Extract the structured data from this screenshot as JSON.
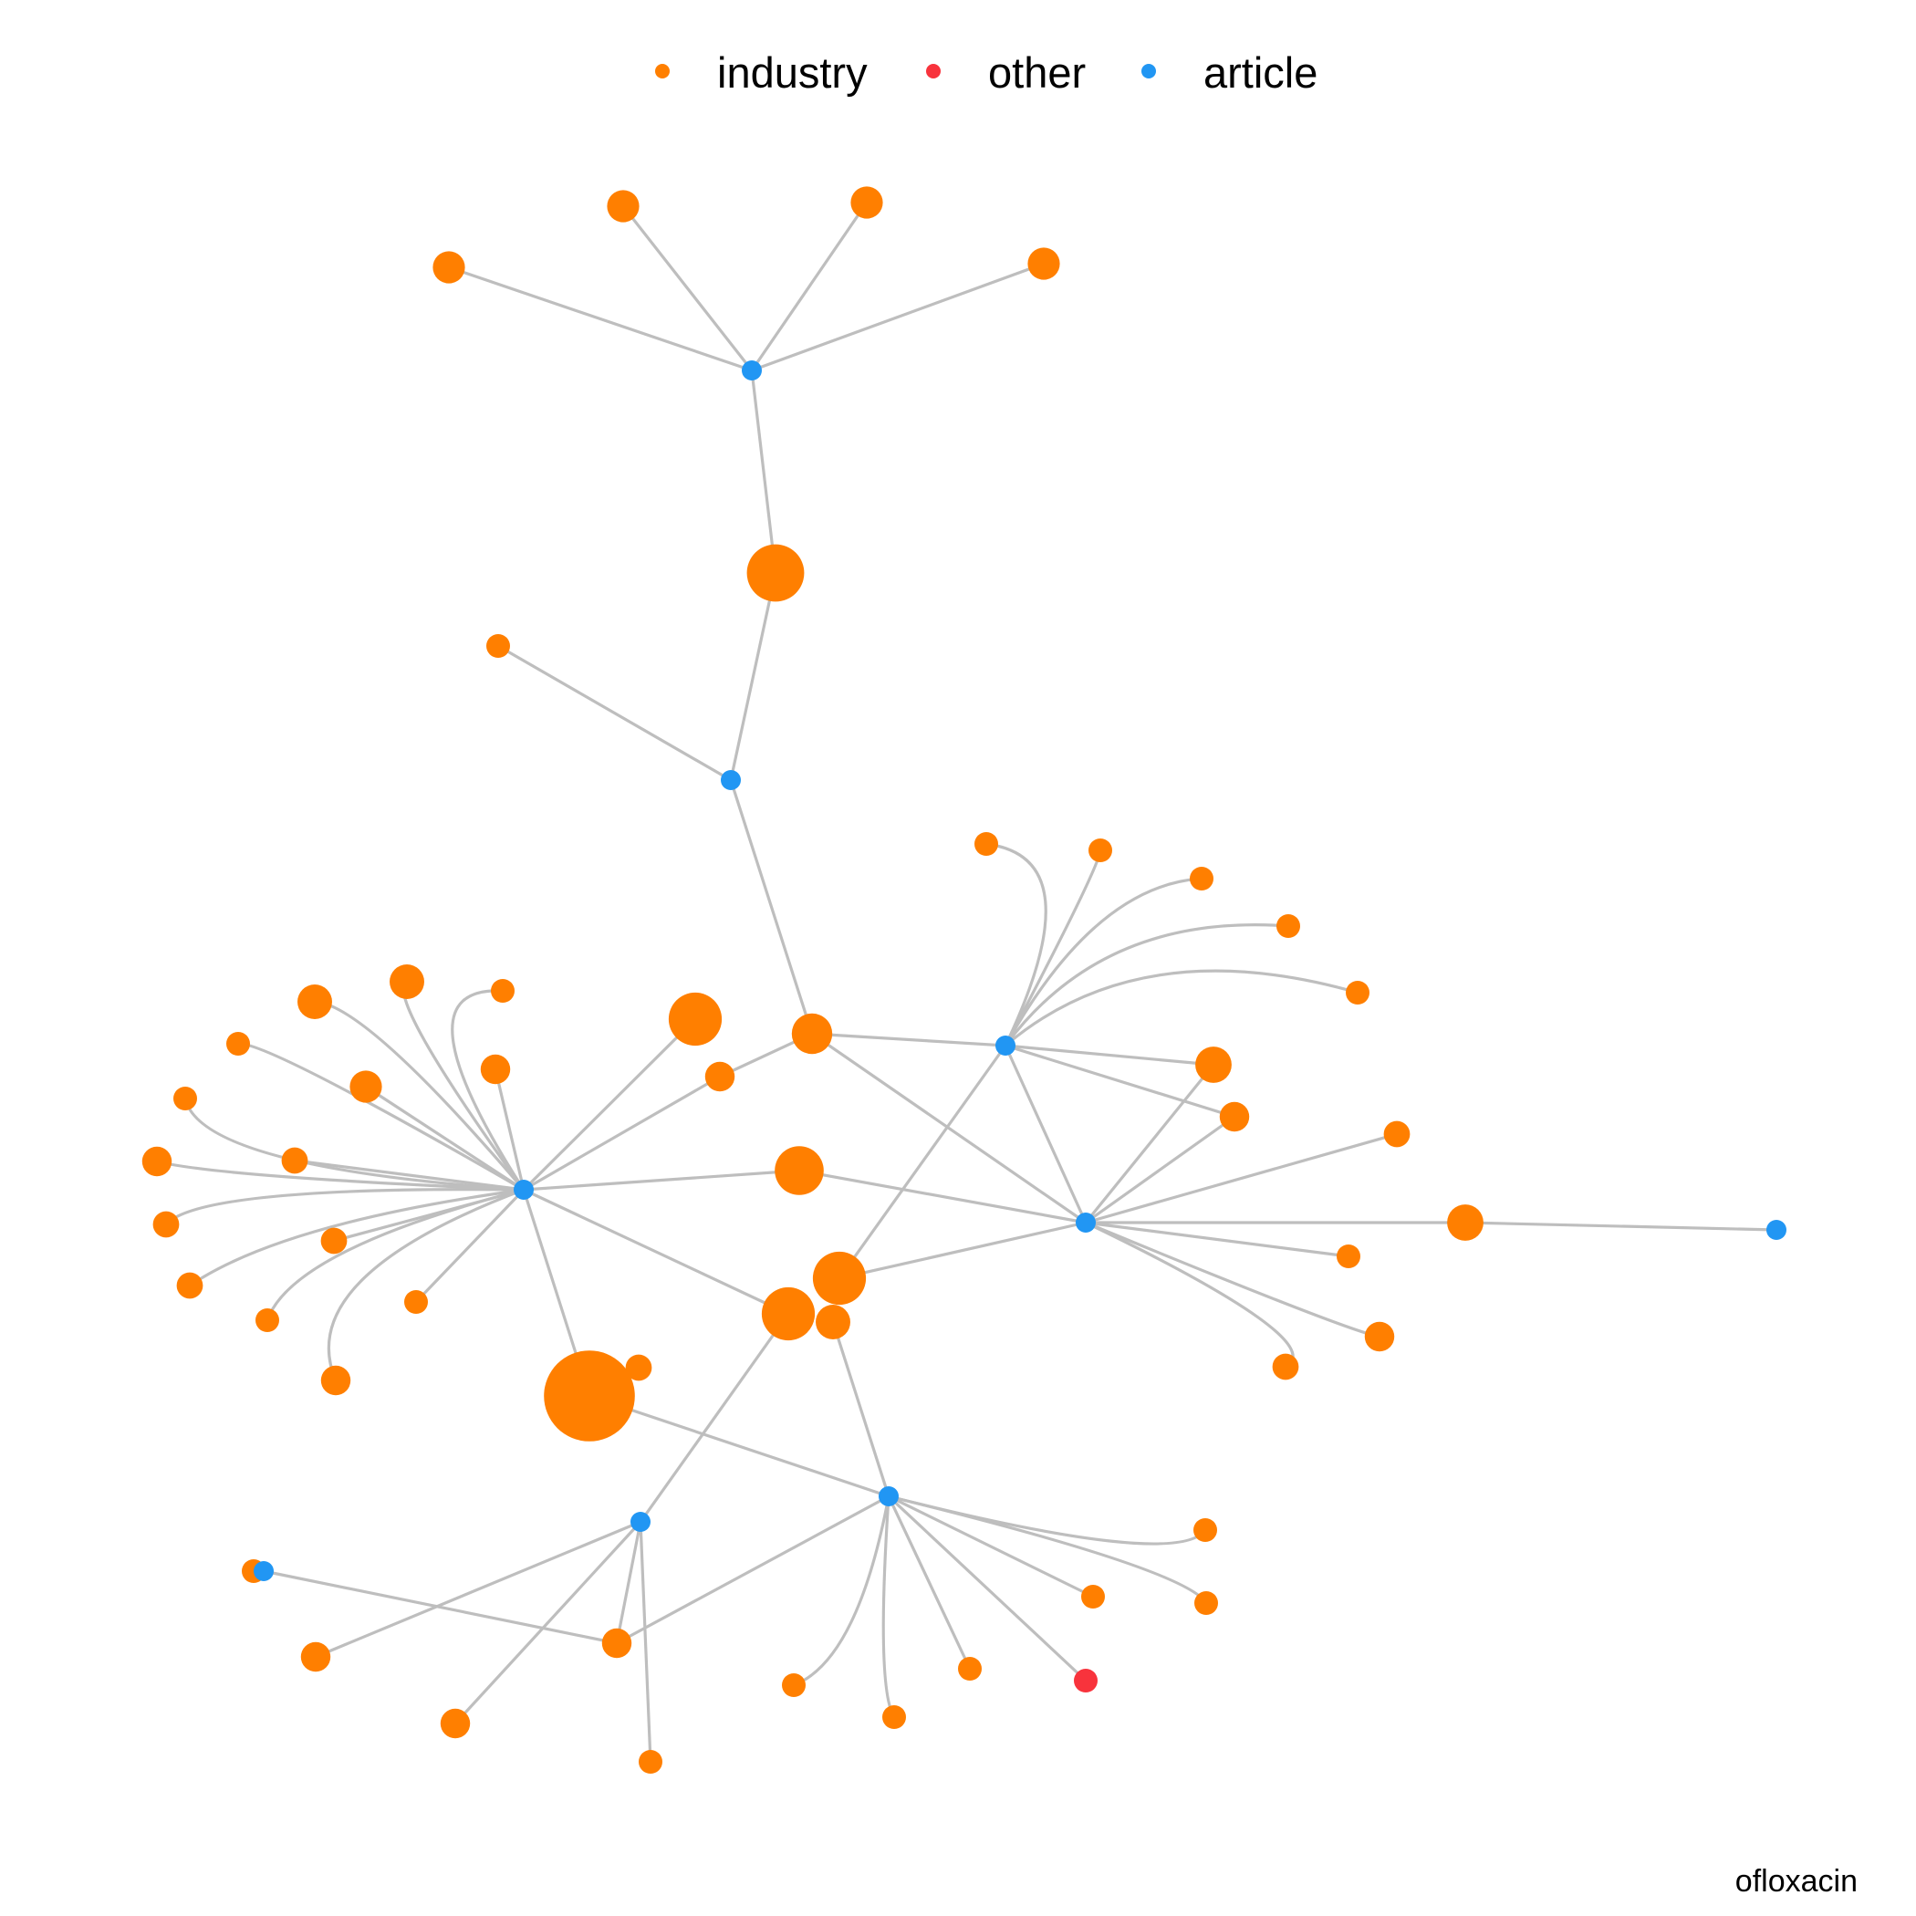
{
  "legend": {
    "items": [
      {
        "key": "industry",
        "label": "industry",
        "color": "#ff7f00"
      },
      {
        "key": "other",
        "label": "other",
        "color": "#f8333c"
      },
      {
        "key": "article",
        "label": "article",
        "color": "#2196f3"
      }
    ]
  },
  "caption": "ofloxacin",
  "edge_color": "#bebebe",
  "network": {
    "nodes": [
      {
        "id": "a1",
        "type": "article",
        "weight": 1
      },
      {
        "id": "a2",
        "type": "article",
        "weight": 1
      },
      {
        "id": "a3",
        "type": "article",
        "weight": 1
      },
      {
        "id": "a4",
        "type": "article",
        "weight": 1
      },
      {
        "id": "a5",
        "type": "article",
        "weight": 1
      },
      {
        "id": "a6",
        "type": "article",
        "weight": 1
      },
      {
        "id": "a7",
        "type": "article",
        "weight": 1
      },
      {
        "id": "a8",
        "type": "article",
        "weight": 1
      },
      {
        "id": "a9",
        "type": "article",
        "weight": 1
      },
      {
        "id": "top1",
        "type": "industry",
        "weight": 2
      },
      {
        "id": "top2",
        "type": "industry",
        "weight": 2
      },
      {
        "id": "top3",
        "type": "industry",
        "weight": 2
      },
      {
        "id": "top4",
        "type": "industry",
        "weight": 2
      },
      {
        "id": "big1",
        "type": "industry",
        "weight": 5
      },
      {
        "id": "n_mid_left",
        "type": "industry",
        "weight": 1
      },
      {
        "id": "hubi",
        "type": "industry",
        "weight": 3
      },
      {
        "id": "n_tr1",
        "type": "industry",
        "weight": 1
      },
      {
        "id": "n_tr2",
        "type": "industry",
        "weight": 1
      },
      {
        "id": "n_tr3",
        "type": "industry",
        "weight": 1
      },
      {
        "id": "n_tr4",
        "type": "industry",
        "weight": 1
      },
      {
        "id": "n_tr5",
        "type": "industry",
        "weight": 1
      },
      {
        "id": "r_big1",
        "type": "industry",
        "weight": 2.5
      },
      {
        "id": "r_2",
        "type": "industry",
        "weight": 1.7
      },
      {
        "id": "r_3",
        "type": "industry",
        "weight": 1.3
      },
      {
        "id": "r_4",
        "type": "industry",
        "weight": 2.5
      },
      {
        "id": "r_5",
        "type": "industry",
        "weight": 1
      },
      {
        "id": "r_6",
        "type": "industry",
        "weight": 1.7
      },
      {
        "id": "r_7",
        "type": "industry",
        "weight": 1.3
      },
      {
        "id": "c_big",
        "type": "industry",
        "weight": 4
      },
      {
        "id": "c_big2",
        "type": "industry",
        "weight": 4.5
      },
      {
        "id": "c_big3",
        "type": "industry",
        "weight": 4.5
      },
      {
        "id": "c_s",
        "type": "industry",
        "weight": 2.3
      },
      {
        "id": "c_ul",
        "type": "industry",
        "weight": 4.5
      },
      {
        "id": "c_ul2",
        "type": "industry",
        "weight": 1.7
      },
      {
        "id": "huge",
        "type": "industry",
        "weight": 9
      },
      {
        "id": "huge2",
        "type": "industry",
        "weight": 1.3
      },
      {
        "id": "l1",
        "type": "industry",
        "weight": 2.3
      },
      {
        "id": "l2",
        "type": "industry",
        "weight": 2.3
      },
      {
        "id": "l3",
        "type": "industry",
        "weight": 1
      },
      {
        "id": "l4",
        "type": "industry",
        "weight": 1
      },
      {
        "id": "l5",
        "type": "industry",
        "weight": 1
      },
      {
        "id": "l6",
        "type": "industry",
        "weight": 1.7
      },
      {
        "id": "l7",
        "type": "industry",
        "weight": 2
      },
      {
        "id": "l8",
        "type": "industry",
        "weight": 1.3
      },
      {
        "id": "l9",
        "type": "industry",
        "weight": 1.7
      },
      {
        "id": "l10",
        "type": "industry",
        "weight": 1.3
      },
      {
        "id": "l11",
        "type": "industry",
        "weight": 1.3
      },
      {
        "id": "l12",
        "type": "industry",
        "weight": 1
      },
      {
        "id": "l13",
        "type": "industry",
        "weight": 1.3
      },
      {
        "id": "l14",
        "type": "industry",
        "weight": 1
      },
      {
        "id": "l15",
        "type": "industry",
        "weight": 1.7
      },
      {
        "id": "l16",
        "type": "industry",
        "weight": 1
      },
      {
        "id": "b1",
        "type": "industry",
        "weight": 1.7
      },
      {
        "id": "b2",
        "type": "industry",
        "weight": 1.7
      },
      {
        "id": "b3",
        "type": "industry",
        "weight": 1.7
      },
      {
        "id": "b4",
        "type": "industry",
        "weight": 1
      },
      {
        "id": "b5",
        "type": "industry",
        "weight": 1
      },
      {
        "id": "b6",
        "type": "industry",
        "weight": 1
      },
      {
        "id": "b7",
        "type": "industry",
        "weight": 1
      },
      {
        "id": "b8",
        "type": "industry",
        "weight": 1
      },
      {
        "id": "b9",
        "type": "industry",
        "weight": 1
      },
      {
        "id": "b10",
        "type": "industry",
        "weight": 1
      },
      {
        "id": "red1",
        "type": "other",
        "weight": 1
      }
    ],
    "edges": [
      [
        "top1",
        "a1"
      ],
      [
        "top2",
        "a1"
      ],
      [
        "top3",
        "a1"
      ],
      [
        "top4",
        "a1"
      ],
      [
        "a1",
        "big1"
      ],
      [
        "big1",
        "a2"
      ],
      [
        "n_mid_left",
        "a2"
      ],
      [
        "a2",
        "hubi"
      ],
      [
        "hubi",
        "a3"
      ],
      [
        "hubi",
        "a4"
      ],
      [
        "hubi",
        "c_ul2"
      ],
      [
        "a3",
        "n_tr1"
      ],
      [
        "a3",
        "n_tr2"
      ],
      [
        "a3",
        "n_tr3"
      ],
      [
        "a3",
        "n_tr4"
      ],
      [
        "a3",
        "n_tr5"
      ],
      [
        "a3",
        "r_big1"
      ],
      [
        "a3",
        "r_2"
      ],
      [
        "a3",
        "a4"
      ],
      [
        "a3",
        "c_big3"
      ],
      [
        "a4",
        "r_big1"
      ],
      [
        "a4",
        "r_2"
      ],
      [
        "a4",
        "r_3"
      ],
      [
        "a4",
        "r_4"
      ],
      [
        "a4",
        "r_5"
      ],
      [
        "a4",
        "r_6"
      ],
      [
        "a4",
        "r_7"
      ],
      [
        "a4",
        "c_big3"
      ],
      [
        "a4",
        "c_big"
      ],
      [
        "r_4",
        "a5"
      ],
      [
        "a6",
        "c_ul"
      ],
      [
        "a6",
        "c_ul2"
      ],
      [
        "a6",
        "c_big"
      ],
      [
        "a6",
        "c_big2"
      ],
      [
        "a6",
        "l1"
      ],
      [
        "a6",
        "l2"
      ],
      [
        "a6",
        "l3"
      ],
      [
        "a6",
        "l4"
      ],
      [
        "a6",
        "l5"
      ],
      [
        "a6",
        "l6"
      ],
      [
        "a6",
        "l7"
      ],
      [
        "a6",
        "l8"
      ],
      [
        "a6",
        "l9"
      ],
      [
        "a6",
        "l10"
      ],
      [
        "a6",
        "l11"
      ],
      [
        "a6",
        "l12"
      ],
      [
        "a6",
        "l13"
      ],
      [
        "a6",
        "l14"
      ],
      [
        "a6",
        "l15"
      ],
      [
        "a6",
        "huge"
      ],
      [
        "l16",
        "a7"
      ],
      [
        "a7",
        "b1"
      ],
      [
        "c_big2",
        "a8"
      ],
      [
        "a8",
        "b1"
      ],
      [
        "a8",
        "b2"
      ],
      [
        "a8",
        "b3"
      ],
      [
        "a8",
        "b4"
      ],
      [
        "huge",
        "a9"
      ],
      [
        "c_s",
        "a9"
      ],
      [
        "a9",
        "b1"
      ],
      [
        "a9",
        "b5"
      ],
      [
        "a9",
        "b6"
      ],
      [
        "a9",
        "b7"
      ],
      [
        "a9",
        "b8"
      ],
      [
        "a9",
        "b9"
      ],
      [
        "a9",
        "b10"
      ],
      [
        "a9",
        "red1"
      ]
    ]
  }
}
